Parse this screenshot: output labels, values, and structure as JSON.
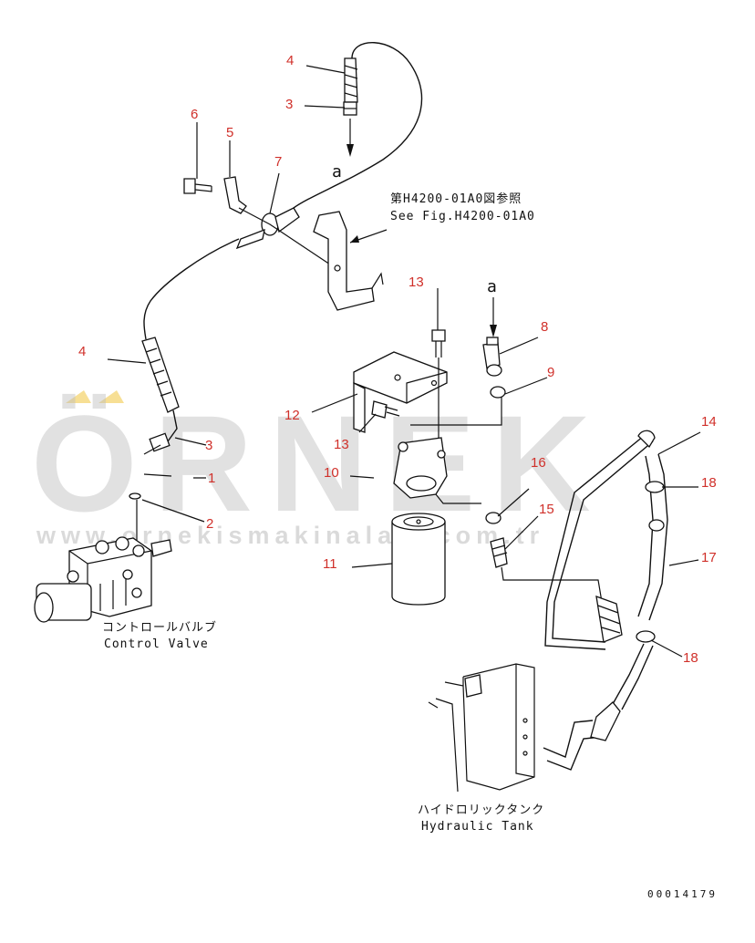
{
  "watermark": {
    "brand": "ÖRNEK",
    "url": "www.ornekismakinalari.com.tr"
  },
  "reference": {
    "jp": "第H4200-01A0図参照",
    "en": "See Fig.H4200-01A0"
  },
  "view_markers": [
    "a",
    "a"
  ],
  "components": {
    "control_valve": {
      "jp": "コントロールバルブ",
      "en": "Control Valve"
    },
    "hydraulic_tank": {
      "jp": "ハイドロリックタンク",
      "en": "Hydraulic Tank"
    }
  },
  "callouts": [
    "4",
    "3",
    "6",
    "5",
    "7",
    "13",
    "8",
    "9",
    "12",
    "4",
    "3",
    "13",
    "10",
    "1",
    "2",
    "16",
    "15",
    "14",
    "18",
    "17",
    "11",
    "18"
  ],
  "figure_number": "00014179"
}
